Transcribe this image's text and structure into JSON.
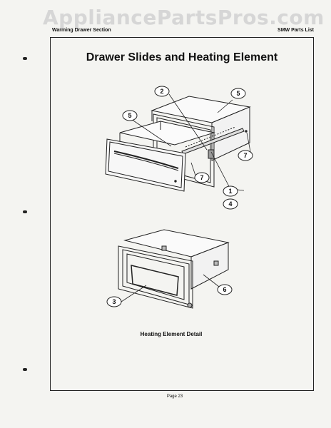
{
  "watermark": "AppliancePartsPros.com",
  "header": {
    "section": "Warming Drawer Section",
    "list": "SMW Parts List"
  },
  "title": "Drawer Slides and Heating Element",
  "caption": "Heating Element Detail",
  "footer": "Page 23",
  "callouts": {
    "c1": "1",
    "c2": "2",
    "c3": "3",
    "c4": "4",
    "c5a": "5",
    "c5b": "5",
    "c6": "6",
    "c7a": "7",
    "c7b": "7"
  }
}
